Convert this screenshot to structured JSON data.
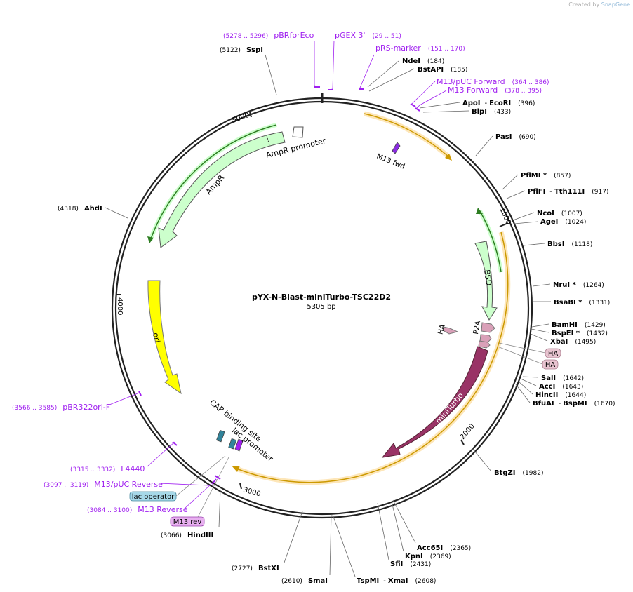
{
  "credit": {
    "prefix": "Created by",
    "brand": "SnapGene"
  },
  "plasmid": {
    "name": "pYX-N-Blast-miniTurbo-TSC22D2",
    "length": 5305,
    "length_label": "5305 bp"
  },
  "colors": {
    "primer": "#a020f0",
    "enzyme": "#000000",
    "ampR": "#ccffcc",
    "ampR_promoter": "#ffffff",
    "ori": "#ffff00",
    "bsd": "#ccffcc",
    "miniturbo": "#993366",
    "ha": "#d9a0b8",
    "cap": "#31849b",
    "orf_line": "#cc9900",
    "orf_glow": "#fde6b8",
    "lac_operator": "#a6d8e8",
    "m13rev_box": "#e8b0f0"
  },
  "ticks": [
    "1000",
    "2000",
    "3000",
    "4000",
    "5000"
  ],
  "features": {
    "ampR_promoter": "AmpR promoter",
    "ampR": "AmpR",
    "ori": "ori",
    "bsd": "BSD",
    "p2a": "P2A",
    "ha_left": "HA",
    "ha_box1": "HA",
    "ha_box2": "HA",
    "miniturbo": "miniTurbo",
    "cap_site": "CAP binding site",
    "lac_promoter": "lac promoter",
    "m13_fwd": "M13 fwd",
    "lac_operator": "lac operator",
    "m13_rev": "M13 rev"
  },
  "sites": [
    {
      "id": "s1",
      "name": "SspI",
      "pos": "(5122)",
      "kind": "enzyme"
    },
    {
      "id": "s2",
      "name": "pBRforEco",
      "pos": "(5278 .. 5296)",
      "kind": "primer"
    },
    {
      "id": "s3",
      "name": "pGEX 3'",
      "pos": "(29 .. 51)",
      "kind": "primer"
    },
    {
      "id": "s4",
      "name": "pRS-marker",
      "pos": "(151 .. 170)",
      "kind": "primer"
    },
    {
      "id": "s5",
      "name": "NdeI",
      "pos": "(184)",
      "kind": "enzyme"
    },
    {
      "id": "s6",
      "name": "BstAPI",
      "pos": "(185)",
      "kind": "enzyme"
    },
    {
      "id": "s7",
      "name": "M13/pUC Forward",
      "pos": "(364 .. 386)",
      "kind": "primer"
    },
    {
      "id": "s8",
      "name": "M13 Forward",
      "pos": "(378 .. 395)",
      "kind": "primer"
    },
    {
      "id": "s9",
      "name": "ApoI",
      "name2": "EcoRI",
      "pos": "(396)",
      "kind": "enzyme"
    },
    {
      "id": "s10",
      "name": "BlpI",
      "pos": "(433)",
      "kind": "enzyme"
    },
    {
      "id": "s11",
      "name": "PasI",
      "pos": "(690)",
      "kind": "enzyme"
    },
    {
      "id": "s12",
      "name": "PflMI *",
      "pos": "(857)",
      "kind": "enzyme"
    },
    {
      "id": "s13",
      "name": "PflFI",
      "name2": "Tth111I",
      "pos": "(917)",
      "kind": "enzyme"
    },
    {
      "id": "s14",
      "name": "NcoI",
      "pos": "(1007)",
      "kind": "enzyme"
    },
    {
      "id": "s15",
      "name": "AgeI",
      "pos": "(1024)",
      "kind": "enzyme"
    },
    {
      "id": "s16",
      "name": "BbsI",
      "pos": "(1118)",
      "kind": "enzyme"
    },
    {
      "id": "s17",
      "name": "NruI *",
      "pos": "(1264)",
      "kind": "enzyme"
    },
    {
      "id": "s18",
      "name": "BsaBI *",
      "pos": "(1331)",
      "kind": "enzyme"
    },
    {
      "id": "s19",
      "name": "BamHI",
      "pos": "(1429)",
      "kind": "enzyme"
    },
    {
      "id": "s20",
      "name": "BspEI *",
      "pos": "(1432)",
      "kind": "enzyme"
    },
    {
      "id": "s21",
      "name": "XbaI",
      "pos": "(1495)",
      "kind": "enzyme"
    },
    {
      "id": "s22",
      "name": "SalI",
      "pos": "(1642)",
      "kind": "enzyme"
    },
    {
      "id": "s23",
      "name": "AccI",
      "pos": "(1643)",
      "kind": "enzyme"
    },
    {
      "id": "s24",
      "name": "HincII",
      "pos": "(1644)",
      "kind": "enzyme"
    },
    {
      "id": "s25",
      "name": "BfuAI",
      "name2": "BspMI",
      "pos": "(1670)",
      "kind": "enzyme"
    },
    {
      "id": "s26",
      "name": "BtgZI",
      "pos": "(1982)",
      "kind": "enzyme"
    },
    {
      "id": "s27",
      "name": "Acc65I",
      "pos": "(2365)",
      "kind": "enzyme"
    },
    {
      "id": "s28",
      "name": "KpnI",
      "pos": "(2369)",
      "kind": "enzyme"
    },
    {
      "id": "s29",
      "name": "SfiI",
      "pos": "(2431)",
      "kind": "enzyme"
    },
    {
      "id": "s30",
      "name": "TspMI",
      "name2": "XmaI",
      "pos": "(2608)",
      "kind": "enzyme"
    },
    {
      "id": "s31",
      "name": "SmaI",
      "pos": "(2610)",
      "kind": "enzyme"
    },
    {
      "id": "s32",
      "name": "BstXI",
      "pos": "(2727)",
      "kind": "enzyme"
    },
    {
      "id": "s33",
      "name": "HindIII",
      "pos": "(3066)",
      "kind": "enzyme"
    },
    {
      "id": "s34",
      "name": "M13 Reverse",
      "pos": "(3084 .. 3100)",
      "kind": "primer"
    },
    {
      "id": "s35",
      "name": "M13/pUC Reverse",
      "pos": "(3097 .. 3119)",
      "kind": "primer"
    },
    {
      "id": "s36",
      "name": "L4440",
      "pos": "(3315 .. 3332)",
      "kind": "primer"
    },
    {
      "id": "s37",
      "name": "pBR322ori-F",
      "pos": "(3566 .. 3585)",
      "kind": "primer"
    },
    {
      "id": "s38",
      "name": "AhdI",
      "pos": "(4318)",
      "kind": "enzyme"
    }
  ]
}
